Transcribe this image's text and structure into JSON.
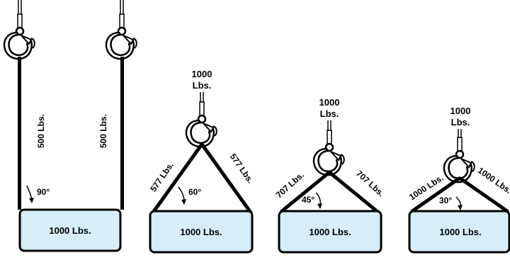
{
  "colors": {
    "load_fill": "#d6eef9",
    "stroke": "#000000",
    "hook_fill": "#ffffff"
  },
  "diagrams": [
    {
      "load_label": "1000 Lbs.",
      "sling_left_label": "500 Lbs.",
      "sling_right_label": "500 Lbs.",
      "angle_label": "90°",
      "top_label_line1": "",
      "top_label_line2": ""
    },
    {
      "load_label": "1000 Lbs.",
      "sling_left_label": "577 Lbs.",
      "sling_right_label": "577 Lbs.",
      "angle_label": "60°",
      "top_label_line1": "1000",
      "top_label_line2": "Lbs."
    },
    {
      "load_label": "1000 Lbs.",
      "sling_left_label": "707 Lbs.",
      "sling_right_label": "707 Lbs.",
      "angle_label": "45°",
      "top_label_line1": "1000",
      "top_label_line2": "Lbs."
    },
    {
      "load_label": "1000 Lbs.",
      "sling_left_label": "1000 Lbs.",
      "sling_right_label": "1000 Lbs.",
      "angle_label": "30°",
      "top_label_line1": "1000",
      "top_label_line2": "Lbs."
    }
  ]
}
